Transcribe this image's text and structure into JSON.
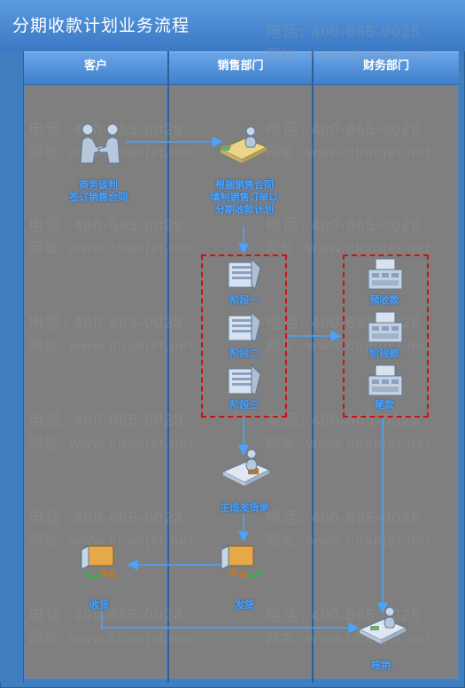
{
  "title": "分期收款计划业务流程",
  "lanes": [
    {
      "name": "客户"
    },
    {
      "name": "销售部门"
    },
    {
      "name": "财务部门"
    }
  ],
  "watermark": {
    "tel": "电话: 400-665-0028",
    "url": "网址: www.chanjet.net"
  },
  "nodes": {
    "business_talk": "商务谈判\n签订销售合同",
    "create_order": "根据销售合同\n填制销售订单以\n分期收款计划",
    "stage1": "阶段一",
    "stage2": "阶段二",
    "stage3": "阶段三",
    "prepay": "预收款",
    "stagepay": "阶段款",
    "tailpay": "尾款",
    "gen_delivery": "生成发货单",
    "ship": "发货",
    "receive": "收货",
    "writeoff": "核销"
  },
  "colors": {
    "title_bg": "#3a78c4",
    "lane_bg": "#7f7f7f",
    "label": "#4aa3ff",
    "connector": "#4aa3ff",
    "dashed": "#d01010"
  }
}
